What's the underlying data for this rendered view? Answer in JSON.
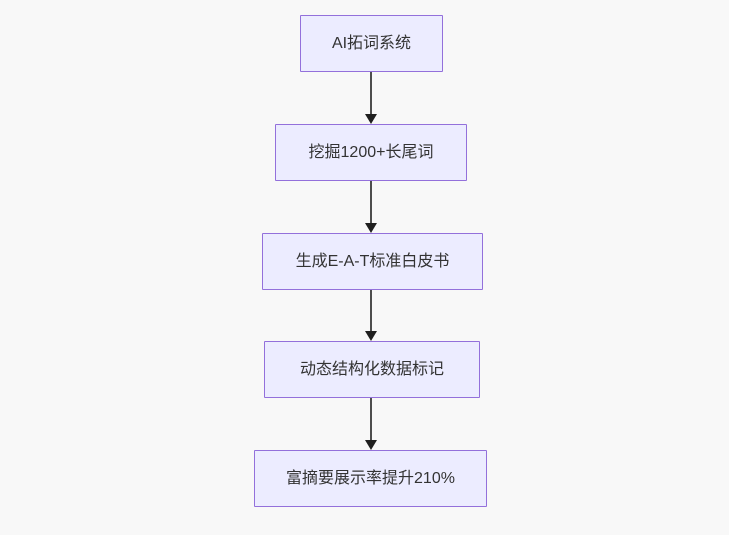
{
  "diagram": {
    "type": "flowchart",
    "direction": "top-down",
    "title": "AI SEO flowchart",
    "nodes": [
      {
        "id": "step-1",
        "label": "AI拓词系统"
      },
      {
        "id": "step-2",
        "label": "挖掘1200+长尾词"
      },
      {
        "id": "step-3",
        "label": "生成E-A-T标准白皮书"
      },
      {
        "id": "step-4",
        "label": "动态结构化数据标记"
      },
      {
        "id": "step-5",
        "label": "富摘要展示率提升210%"
      }
    ],
    "edges": [
      {
        "from": "step-1",
        "to": "step-2",
        "arrow": "down"
      },
      {
        "from": "step-2",
        "to": "step-3",
        "arrow": "down"
      },
      {
        "from": "step-3",
        "to": "step-4",
        "arrow": "down"
      },
      {
        "from": "step-4",
        "to": "step-5",
        "arrow": "down"
      }
    ],
    "colors": {
      "background": "#f8f8f8",
      "node_fill": "#ECECFF",
      "node_border": "#9370DB",
      "node_text": "#333333",
      "arrow_line": "#4d4d4d",
      "arrow_head": "#1f1f1f"
    }
  }
}
